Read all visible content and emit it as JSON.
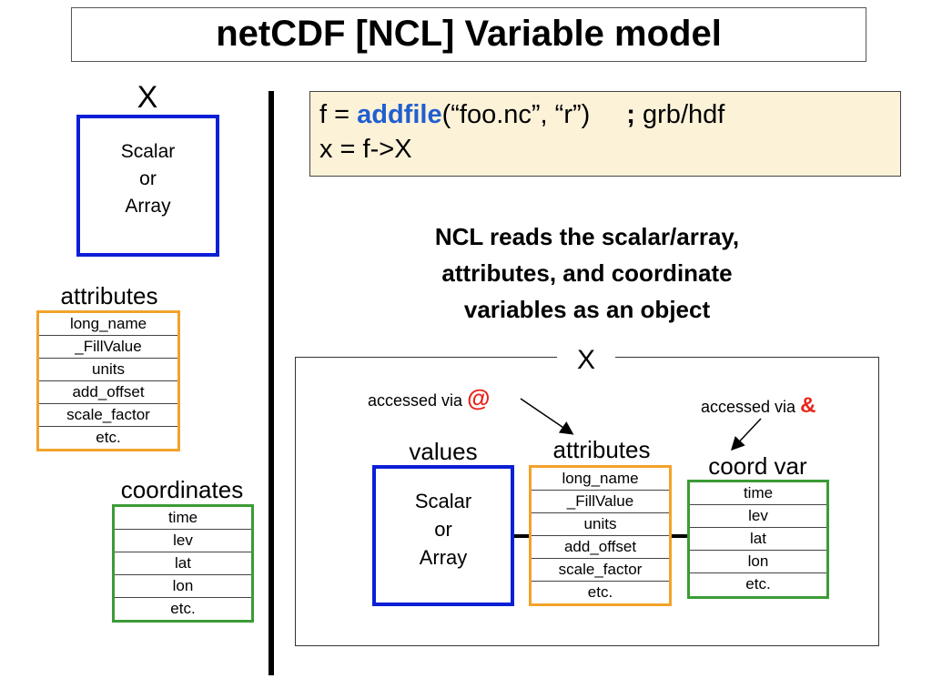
{
  "title": "netCDF [NCL] Variable model",
  "left": {
    "var_name": "X",
    "value_box": {
      "line1": "Scalar",
      "line2": "or",
      "line3": "Array"
    },
    "attributes_label": "attributes",
    "attributes": [
      "long_name",
      "_FillValue",
      "units",
      "add_offset",
      "scale_factor",
      "etc."
    ],
    "coordinates_label": "coordinates",
    "coordinates": [
      "time",
      "lev",
      "lat",
      "lon",
      "etc."
    ]
  },
  "code": {
    "line1_prefix": "f = ",
    "line1_func": "addfile",
    "line1_args": "(“foo.nc”, “r”)",
    "line1_semicolon": ";",
    "line1_comment": " grb/hdf",
    "line2": "x = f->X"
  },
  "description": {
    "line1": "NCL reads the scalar/array,",
    "line2": "attributes, and coordinate",
    "line3": "variables as an object"
  },
  "object": {
    "var_name": "X",
    "values_label": "values",
    "value_box": {
      "line1": "Scalar",
      "line2": "or",
      "line3": "Array"
    },
    "attributes_label": "attributes",
    "attributes": [
      "long_name",
      "_FillValue",
      "units",
      "add_offset",
      "scale_factor",
      "etc."
    ],
    "coord_label": "coord var",
    "coords": [
      "time",
      "lev",
      "lat",
      "lon",
      "etc."
    ],
    "access_attr_text": "accessed via ",
    "access_attr_symbol": "@",
    "access_coord_text": "accessed via ",
    "access_coord_symbol": "&"
  },
  "colors": {
    "values_border": "#0a1fd6",
    "attributes_border": "#f3a22a",
    "coordinates_border": "#3b9b36",
    "code_background": "#fcf2d8",
    "addfile_keyword": "#1f5fd0",
    "access_symbol": "#e8251b"
  }
}
